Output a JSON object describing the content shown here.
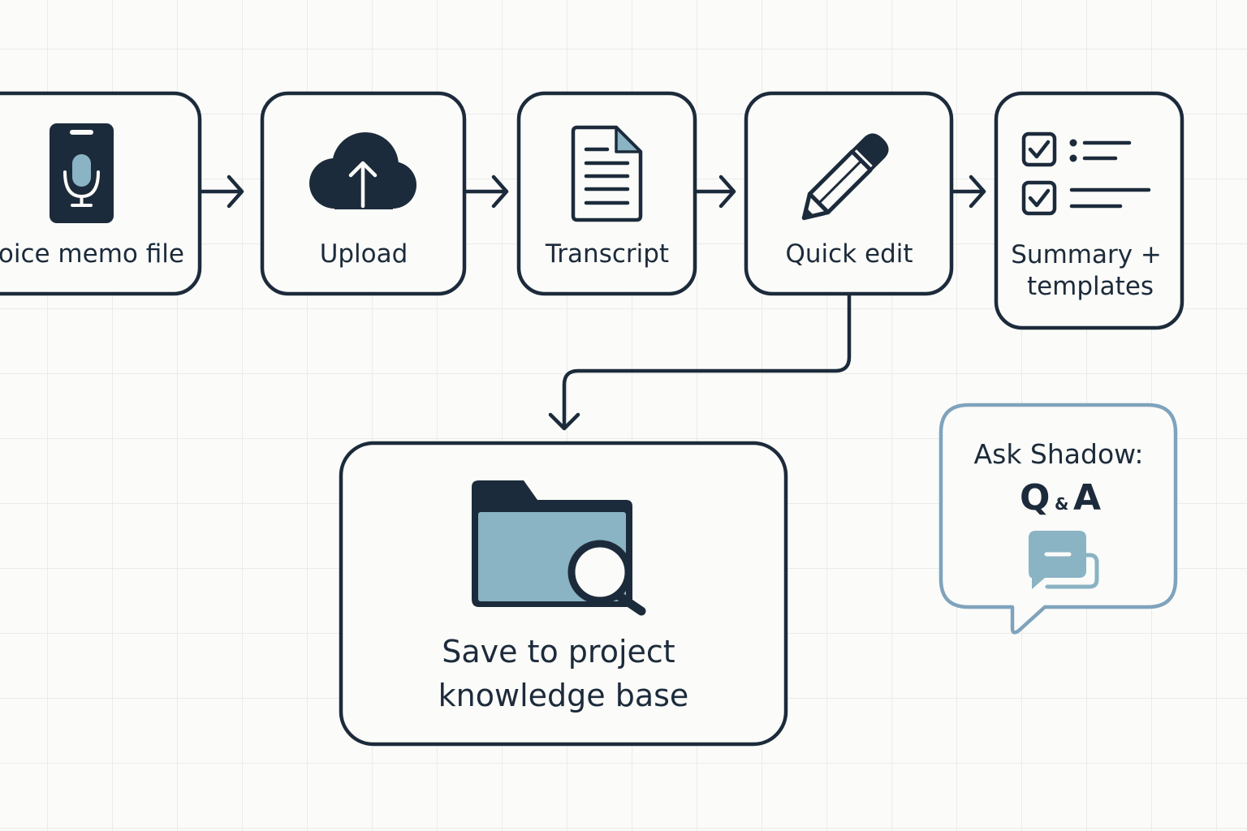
{
  "colors": {
    "ink": "#1c2b3b",
    "accent": "#8ab3c3",
    "bubble_stroke": "#7fa3bc",
    "background": "#fbfbf9"
  },
  "nodes": {
    "voice_memo": {
      "label": "Voice memo file",
      "icon": "phone-mic-icon"
    },
    "upload": {
      "label": "Upload",
      "icon": "cloud-upload-icon"
    },
    "transcript": {
      "label": "Transcript",
      "icon": "document-icon"
    },
    "quick_edit": {
      "label": "Quick edit",
      "icon": "pencil-icon"
    },
    "summary": {
      "label_line1": "Summary +",
      "label_line2": "templates",
      "icon": "checklist-icon"
    },
    "knowledge_base": {
      "label_line1": "Save to project",
      "label_line2": "knowledge base",
      "icon": "folder-search-icon"
    }
  },
  "callout": {
    "title": "Ask Shadow:",
    "subtitle_q": "Q",
    "subtitle_amp": "&",
    "subtitle_a": "A",
    "icon": "chat-bubbles-icon"
  }
}
